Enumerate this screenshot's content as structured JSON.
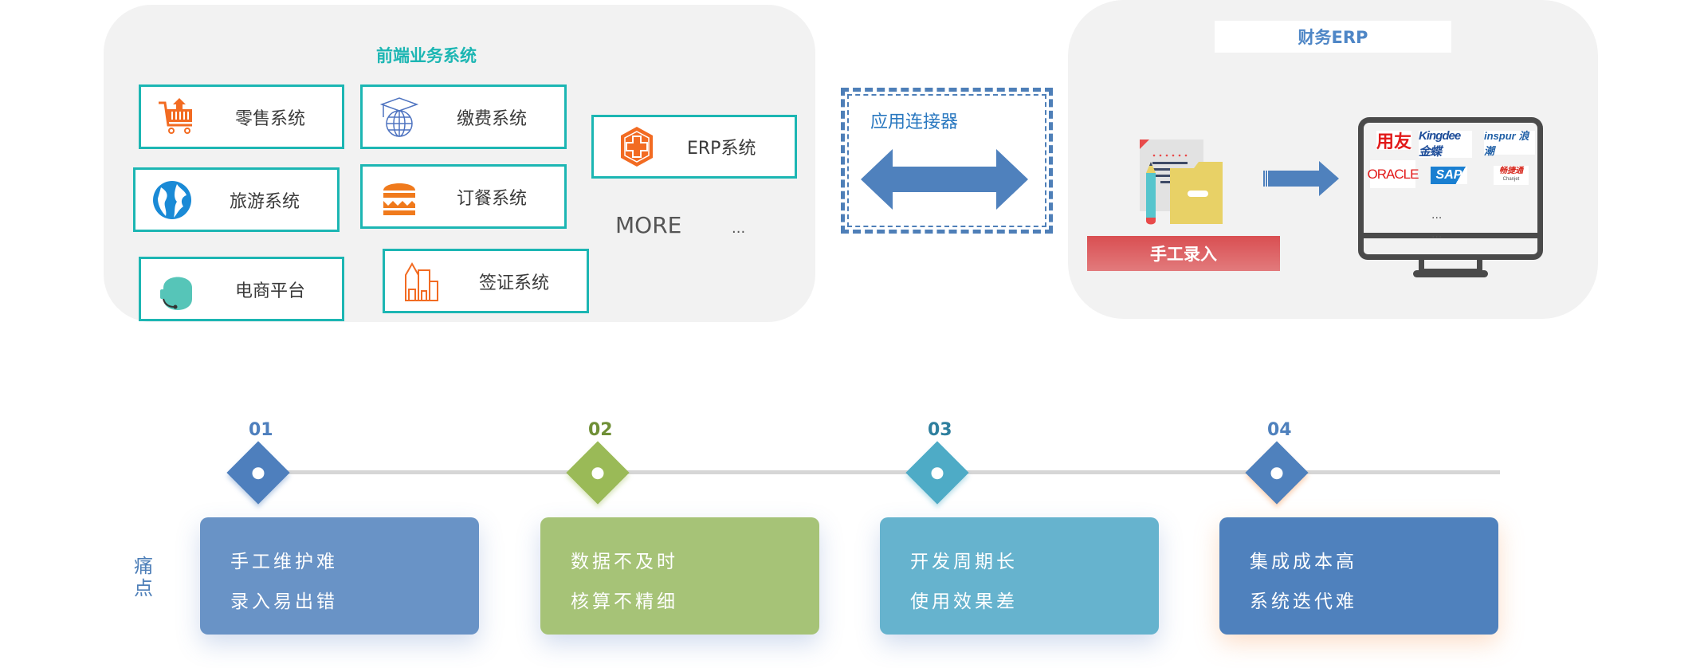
{
  "front_systems": {
    "title": "前端业务系统",
    "items": [
      {
        "label": "零售系统",
        "icon": "shopping-cart-icon"
      },
      {
        "label": "缴费系统",
        "icon": "graduation-globe-icon"
      },
      {
        "label": "旅游系统",
        "icon": "globe-icon"
      },
      {
        "label": "订餐系统",
        "icon": "burger-icon"
      },
      {
        "label": "电商平台",
        "icon": "headset-agent-icon"
      },
      {
        "label": "签证系统",
        "icon": "building-icon"
      },
      {
        "label": "ERP系统",
        "icon": "medical-cross-icon"
      }
    ],
    "more": "MORE",
    "ellipsis": "..."
  },
  "connector": {
    "title": "应用连接器",
    "icon": "double-arrow-icon"
  },
  "finance_erp": {
    "title": "财务ERP",
    "manual_entry": "手工录入",
    "logos": [
      "用友",
      "Kingdee 金蝶",
      "inspur 浪潮",
      "ORACLE",
      "SAP",
      "畅捷通",
      "Chanjet"
    ],
    "screen_ellipsis": "...",
    "stand_ellipsis": "..."
  },
  "pain_points": {
    "label": "痛点",
    "steps": [
      {
        "num": "01",
        "line1": "手工维护难",
        "line2": "录入易出错",
        "color": "#6993c6",
        "diamond": "#4e7fbd",
        "numcolor": "#4e7fbd"
      },
      {
        "num": "02",
        "line1": "数据不及时",
        "line2": "核算不精细",
        "color": "#a6c377",
        "diamond": "#9aba57",
        "numcolor": "#6f8f36"
      },
      {
        "num": "03",
        "line1": "开发周期长",
        "line2": "使用效果差",
        "color": "#66b3ce",
        "diamond": "#4eabc6",
        "numcolor": "#2e7f9e"
      },
      {
        "num": "04",
        "line1": "集成成本高",
        "line2": "系统迭代难",
        "color": "#4f81bd",
        "diamond": "#4f81bd",
        "numcolor": "#4f81bd"
      }
    ]
  }
}
